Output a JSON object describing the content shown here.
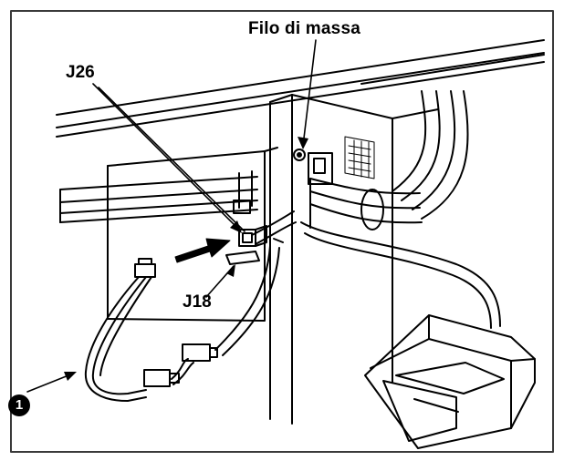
{
  "labels": {
    "ground_wire": "Filo di massa",
    "connector_j26": "J26",
    "connector_j18": "J18",
    "callout_1": "1"
  },
  "colors": {
    "ink": "#000000",
    "paper": "#ffffff",
    "border": "#3a3a3a"
  }
}
